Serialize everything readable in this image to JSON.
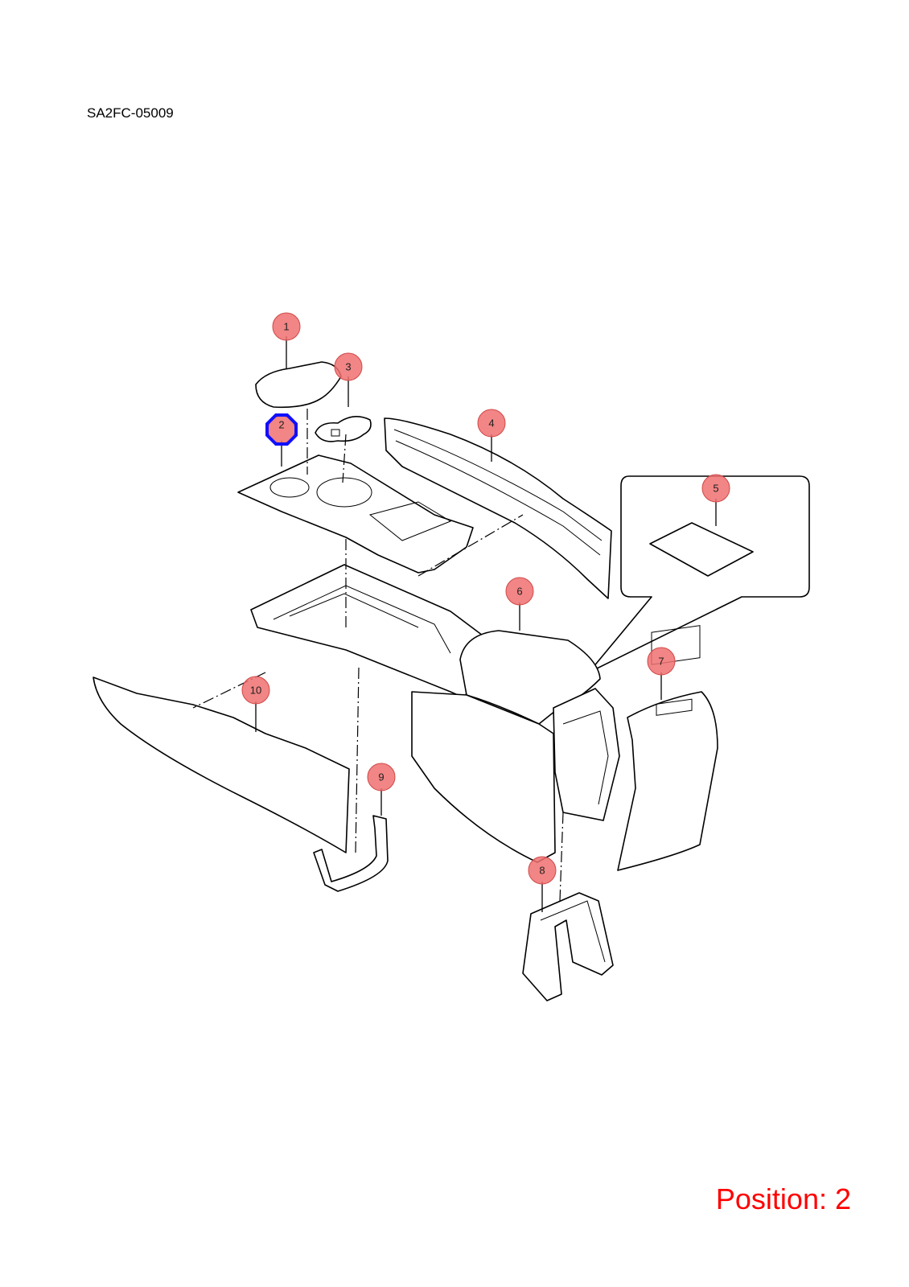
{
  "diagram": {
    "code": "SA2FC-05009",
    "position_label": "Position: 2",
    "selected_callout": "2",
    "callouts": [
      {
        "id": "callout-1",
        "label": "1"
      },
      {
        "id": "callout-2",
        "label": "2"
      },
      {
        "id": "callout-3",
        "label": "3"
      },
      {
        "id": "callout-4",
        "label": "4"
      },
      {
        "id": "callout-5",
        "label": "5"
      },
      {
        "id": "callout-6",
        "label": "6"
      },
      {
        "id": "callout-7",
        "label": "7"
      },
      {
        "id": "callout-8",
        "label": "8"
      },
      {
        "id": "callout-9",
        "label": "9"
      },
      {
        "id": "callout-10",
        "label": "10"
      }
    ],
    "colors": {
      "callout_fill": "#f07070",
      "highlight": "#1010ff",
      "position_text": "#ff0000"
    }
  }
}
